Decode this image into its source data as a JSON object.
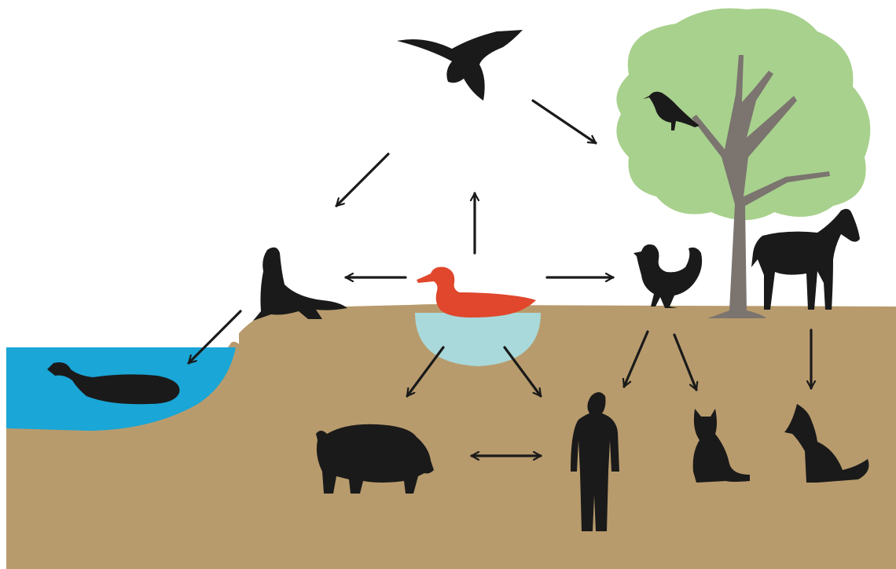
{
  "diagram": {
    "colors": {
      "background": "#ffffff",
      "ground": "#b89b6d",
      "water": "#1aa6d6",
      "pond": "#a9d9da",
      "foliage": "#a8d18d",
      "trunk": "#7b746f",
      "silhouette": "#1a1a1a",
      "source_animal": "#e0472c",
      "arrow": "#1a1a1a"
    },
    "nodes": [
      {
        "id": "raptor",
        "icon": "bird-of-prey-icon",
        "role": "wild bird in flight"
      },
      {
        "id": "songbird",
        "icon": "songbird-icon",
        "role": "wild bird perched in tree"
      },
      {
        "id": "sea-lion",
        "icon": "sea-lion-icon",
        "role": "marine mammal"
      },
      {
        "id": "whale",
        "icon": "whale-icon",
        "role": "marine mammal in water"
      },
      {
        "id": "duck",
        "icon": "duck-icon",
        "role": "source waterfowl in pond",
        "highlight": true
      },
      {
        "id": "chicken",
        "icon": "chicken-icon",
        "role": "poultry"
      },
      {
        "id": "horse",
        "icon": "horse-icon",
        "role": "equine"
      },
      {
        "id": "pig",
        "icon": "pig-icon",
        "role": "swine"
      },
      {
        "id": "human",
        "icon": "human-icon",
        "role": "human"
      },
      {
        "id": "cat",
        "icon": "cat-icon",
        "role": "feline"
      },
      {
        "id": "dog",
        "icon": "dog-icon",
        "role": "canine"
      }
    ],
    "edges": [
      {
        "from": "duck",
        "to": "raptor"
      },
      {
        "from": "duck",
        "to": "sea-lion"
      },
      {
        "from": "duck",
        "to": "chicken"
      },
      {
        "from": "duck",
        "to": "pig"
      },
      {
        "from": "duck",
        "to": "human"
      },
      {
        "from": "raptor",
        "to": "songbird"
      },
      {
        "from": "raptor",
        "to": "sea-lion"
      },
      {
        "from": "sea-lion",
        "to": "whale"
      },
      {
        "from": "chicken",
        "to": "cat"
      },
      {
        "from": "chicken",
        "to": "human"
      },
      {
        "from": "horse",
        "to": "dog"
      },
      {
        "from": "pig",
        "to": "human",
        "bidirectional": true
      }
    ]
  }
}
